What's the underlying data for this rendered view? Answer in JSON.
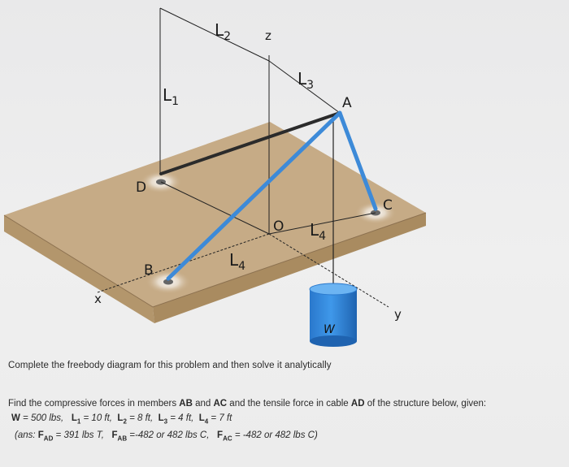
{
  "diagram": {
    "labels": {
      "L1": "L",
      "L1_sub": "1",
      "L2": "L",
      "L2_sub": "2",
      "L3": "L",
      "L3_sub": "3",
      "L4a": "L",
      "L4a_sub": "4",
      "L4b": "L",
      "L4b_sub": "4",
      "z": "z",
      "A": "A",
      "B": "B",
      "C": "C",
      "D": "D",
      "O": "O",
      "x": "x",
      "y": "y",
      "W": "W"
    },
    "colors": {
      "plate_top": "#c6ab86",
      "plate_side": "#b7996f",
      "member": "#3d8ad8",
      "cable": "#2b2b2b",
      "weight": "#2f84da"
    }
  },
  "text": {
    "instruction": "Complete the freebody diagram for this problem and then solve it analytically",
    "problem_pre": "Find the compressive forces in members ",
    "problem_AB": "AB",
    "problem_and": " and ",
    "problem_AC": "AC",
    "problem_mid": " and the tensile force in cable ",
    "problem_AD": "AD",
    "problem_post": " of the structure below, given:",
    "given_W_label": "W",
    "given_W_value": " = 500 lbs,",
    "given_L1": "L",
    "given_L1_sub": "1",
    "given_L1_value": " = 10 ft,",
    "given_L2": "L",
    "given_L2_sub": "2",
    "given_L2_value": " = 8 ft,",
    "given_L3": "L",
    "given_L3_sub": "3",
    "given_L3_value": " = 4 ft,",
    "given_L4": "L",
    "given_L4_sub": "4",
    "given_L4_value": " = 7 ft",
    "ans_prefix": "(ans: ",
    "ans_FAD": "F",
    "ans_FAD_sub": "AD",
    "ans_FAD_value": " = 391 lbs T,",
    "ans_FAB": "F",
    "ans_FAB_sub": "AB",
    "ans_FAB_value": " =-482 or 482 lbs C,",
    "ans_FAC": "F",
    "ans_FAC_sub": "AC",
    "ans_FAC_value": " = -482 or 482 lbs C)"
  }
}
